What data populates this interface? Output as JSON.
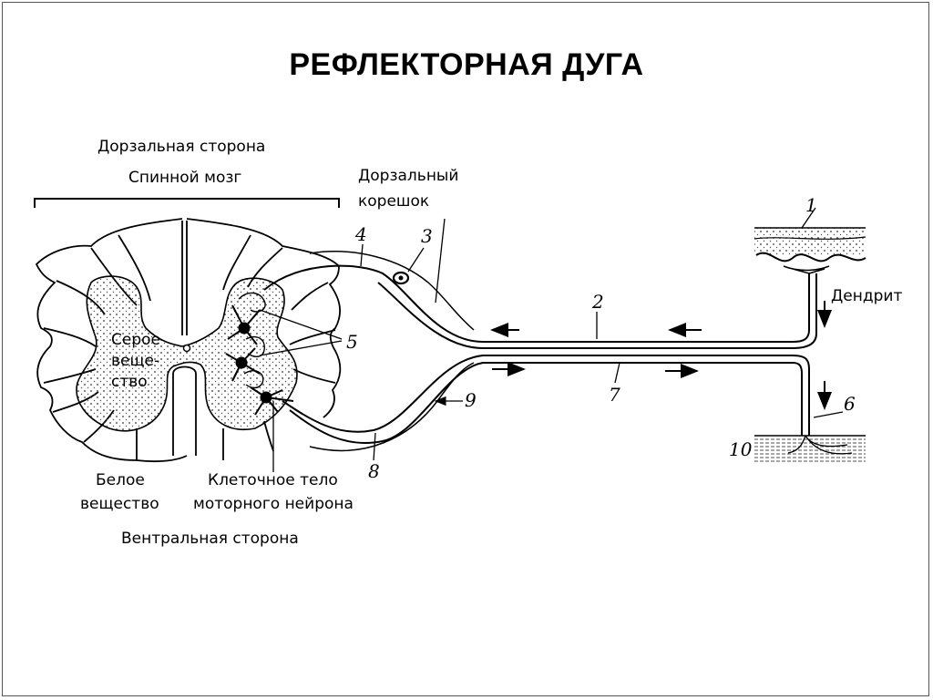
{
  "title": "РЕФЛЕКТОРНАЯ ДУГА",
  "labels": {
    "dorsal_side": "Дорзальная сторона",
    "spinal_cord": "Спинной мозг",
    "dorsal_root_1": "Дорзальный",
    "dorsal_root_2": "корешок",
    "grey_matter_1": "Серое",
    "grey_matter_2": "веще-",
    "grey_matter_3": "ство",
    "white_matter_1": "Белое",
    "white_matter_2": "вещество",
    "motor_body_1": "Клеточное тело",
    "motor_body_2": "моторного нейрона",
    "ventral_side": "Вентральная сторона",
    "dendrite": "Дендрит"
  },
  "numbers": {
    "n1": "1",
    "n2": "2",
    "n3": "3",
    "n4": "4",
    "n5": "5",
    "n6": "6",
    "n7": "7",
    "n8": "8",
    "n9": "9",
    "n10": "10"
  }
}
